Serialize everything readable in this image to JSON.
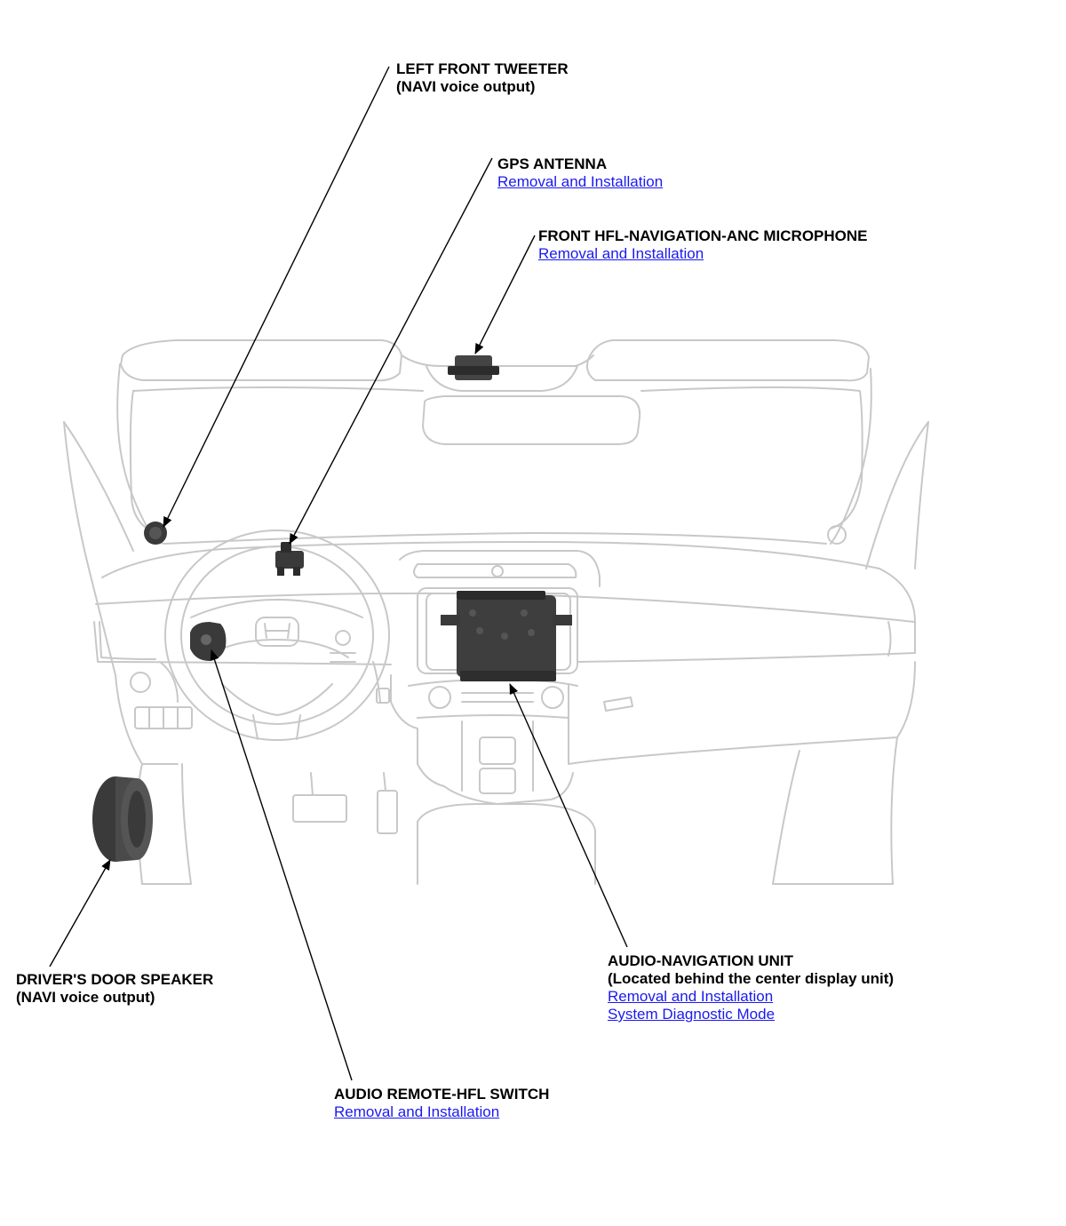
{
  "callouts": {
    "left_front_tweeter": {
      "title": "LEFT FRONT TWEETER",
      "subtitle": "(NAVI voice output)"
    },
    "gps_antenna": {
      "title": "GPS ANTENNA",
      "link": "Removal and Installation"
    },
    "front_microphone": {
      "title": "FRONT HFL-NAVIGATION-ANC MICROPHONE",
      "link": "Removal and Installation"
    },
    "drivers_door_speaker": {
      "title": "DRIVER'S DOOR SPEAKER",
      "subtitle": "(NAVI voice output)"
    },
    "audio_navigation_unit": {
      "title": "AUDIO-NAVIGATION UNIT",
      "subtitle": "(Located behind the center display unit)",
      "link_removal": "Removal and Installation",
      "link_diagnostic": "System Diagnostic Mode"
    },
    "audio_remote_hfl_switch": {
      "title": "AUDIO REMOTE-HFL SWITCH",
      "link": "Removal and Installation"
    }
  },
  "colors": {
    "outline": "#c8c8c8",
    "component": "#3a3a3a",
    "leader": "#000000",
    "link": "#1a1aee"
  }
}
